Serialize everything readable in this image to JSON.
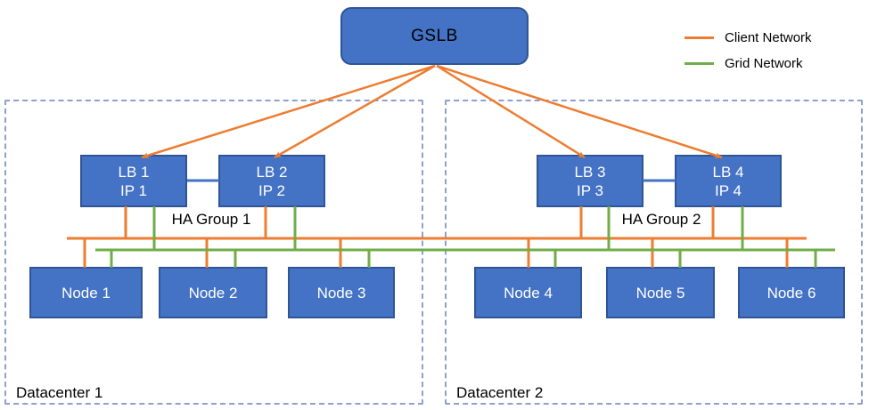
{
  "gslb": {
    "label": "GSLB"
  },
  "legend": {
    "items": [
      {
        "label": "Client Network",
        "color": "#ED7D31"
      },
      {
        "label": "Grid Network",
        "color": "#70AD47"
      }
    ]
  },
  "datacenters": [
    {
      "label": "Datacenter 1",
      "ha_group_label": "HA Group 1",
      "load_balancers": [
        {
          "label": "LB 1",
          "ip": "IP 1"
        },
        {
          "label": "LB 2",
          "ip": "IP 2"
        }
      ],
      "nodes": [
        {
          "label": "Node 1"
        },
        {
          "label": "Node 2"
        },
        {
          "label": "Node 3"
        }
      ]
    },
    {
      "label": "Datacenter 2",
      "ha_group_label": "HA Group 2",
      "load_balancers": [
        {
          "label": "LB 3",
          "ip": "IP 3"
        },
        {
          "label": "LB 4",
          "ip": "IP 4"
        }
      ],
      "nodes": [
        {
          "label": "Node 4"
        },
        {
          "label": "Node 5"
        },
        {
          "label": "Node 6"
        }
      ]
    }
  ],
  "colors": {
    "node_fill": "#4472C4",
    "node_border": "#2F5597",
    "ha_link": "#4472C4",
    "client_network": "#ED7D31",
    "grid_network": "#70AD47",
    "datacenter_border": "#8EA0CE"
  }
}
